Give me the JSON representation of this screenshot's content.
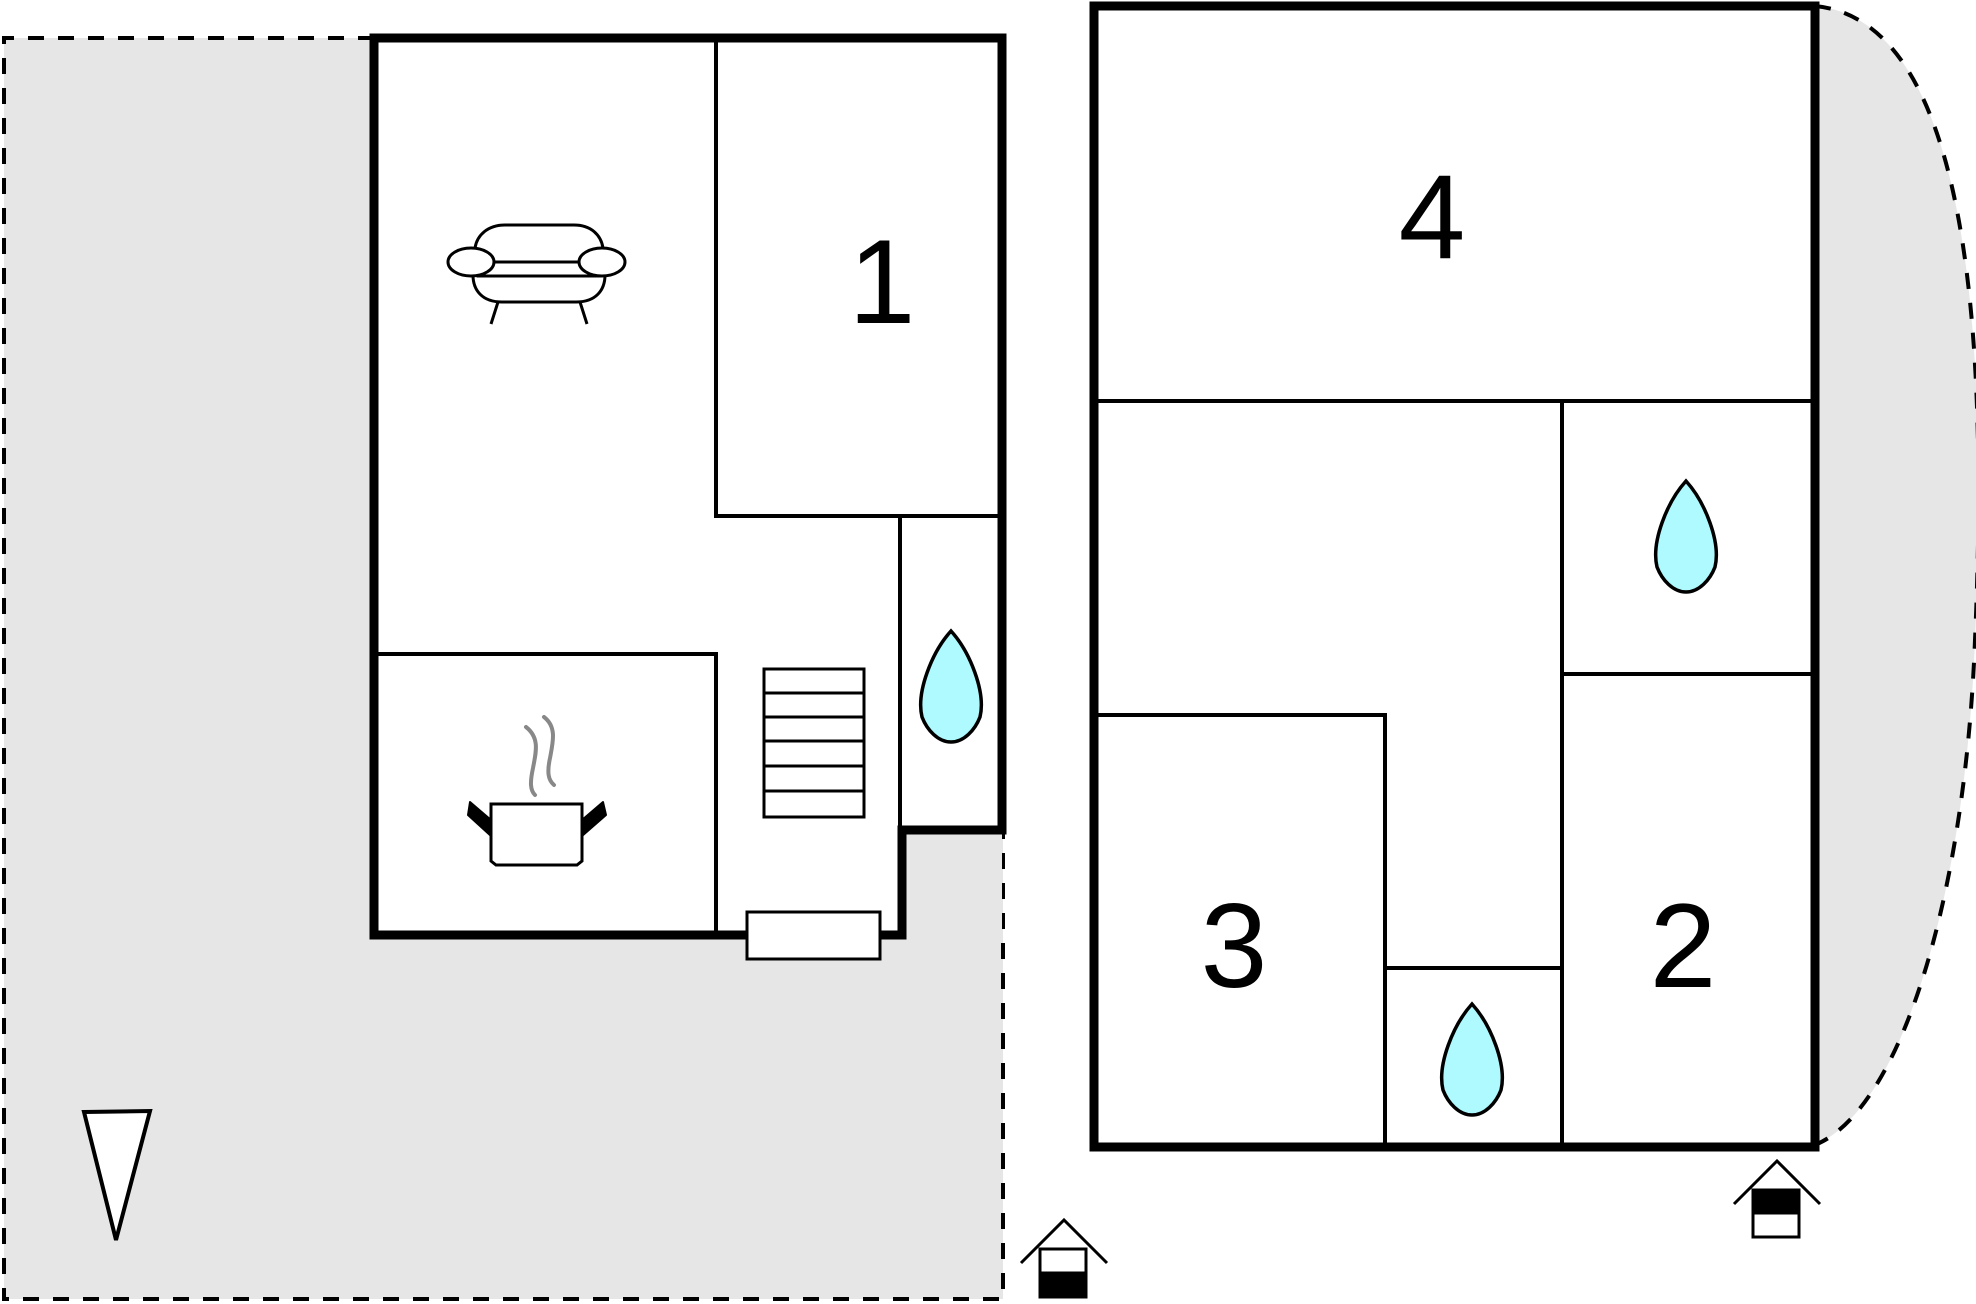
{
  "floorplan": {
    "rooms": [
      {
        "id": "room-1",
        "label": "1"
      },
      {
        "id": "room-2",
        "label": "2"
      },
      {
        "id": "room-3",
        "label": "3"
      },
      {
        "id": "room-4",
        "label": "4"
      }
    ],
    "icons": [
      "sofa-icon",
      "cooking-pot-icon",
      "water-drop-icon",
      "staircase-icon",
      "entrance-house-icon",
      "north-arrow-icon"
    ],
    "colors": {
      "wall": "#000000",
      "terrace": "#e6e6e6",
      "water": "#aefaff",
      "steam": "#888888",
      "background": "#ffffff"
    }
  }
}
